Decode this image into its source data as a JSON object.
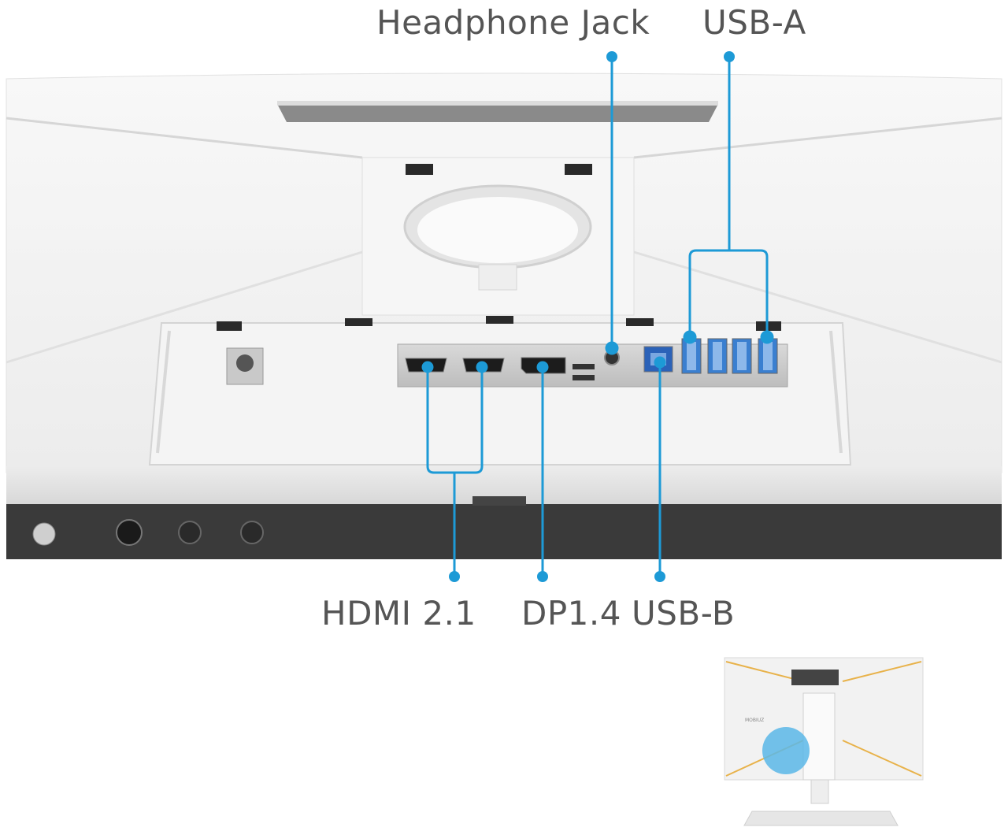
{
  "callouts": {
    "headphone_jack": "Headphone Jack",
    "usb_a": "USB-A",
    "hdmi": "HDMI 2.1",
    "dp": "DP1.4",
    "usb_b": "USB-B"
  },
  "colors": {
    "callout_line": "#1d9ad6",
    "label_text": "#555555",
    "housing": "#f3f3f3",
    "bezel_dark": "#3a3a3a",
    "port_panel": "#cfcfcf",
    "usb_port_blue": "#3a7fd0",
    "thumbnail_accent": "#e8b24a"
  },
  "thumbnail": {
    "logo_text": "MOBIUZ"
  }
}
